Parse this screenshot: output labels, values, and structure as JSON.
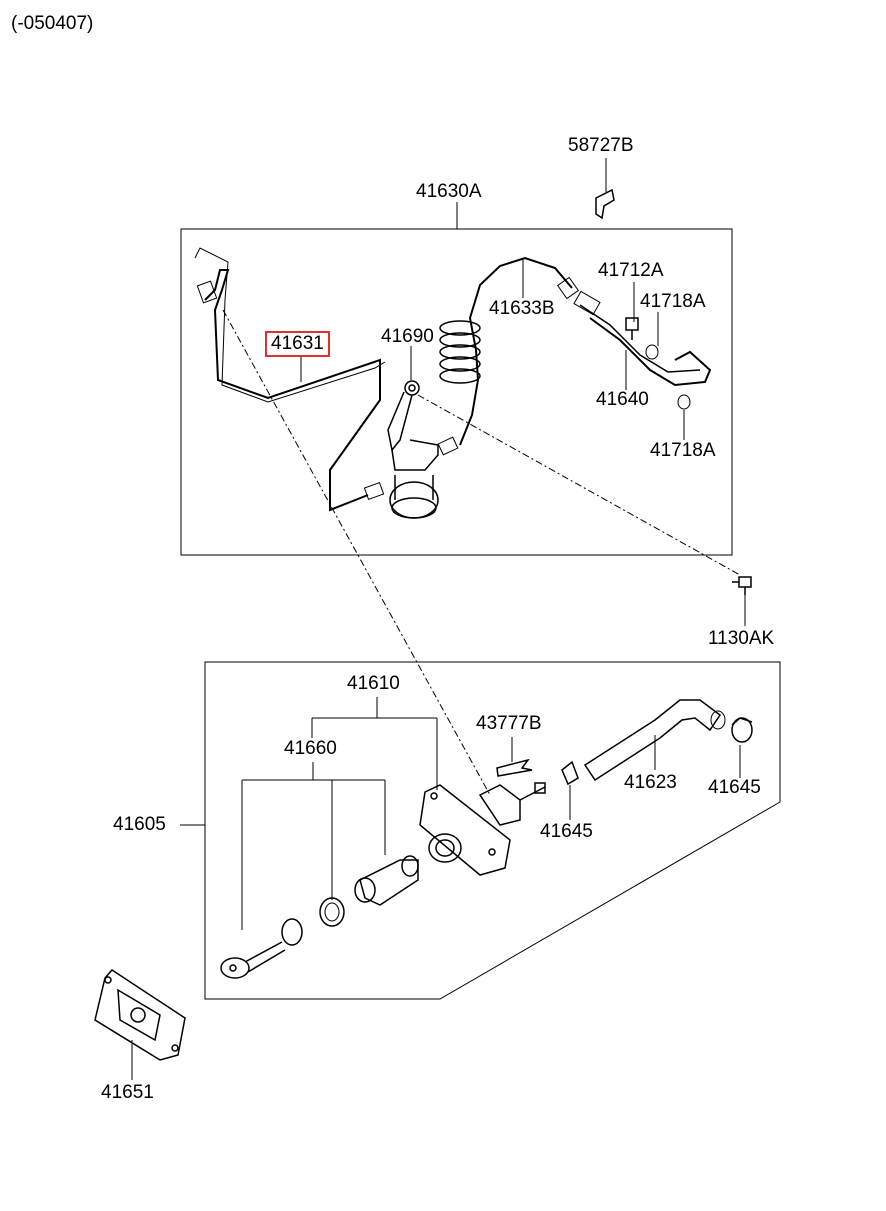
{
  "header": {
    "range_code": "(-050407)"
  },
  "callouts": [
    {
      "key": "p58727B",
      "text": "58727B",
      "highlight": false
    },
    {
      "key": "p41630A",
      "text": "41630A",
      "highlight": false
    },
    {
      "key": "p41712A",
      "text": "41712A",
      "highlight": false
    },
    {
      "key": "p41718A_top",
      "text": "41718A",
      "highlight": false
    },
    {
      "key": "p41633B",
      "text": "41633B",
      "highlight": false
    },
    {
      "key": "p41631",
      "text": "41631",
      "highlight": true
    },
    {
      "key": "p41690",
      "text": "41690",
      "highlight": false
    },
    {
      "key": "p41640",
      "text": "41640",
      "highlight": false
    },
    {
      "key": "p41718A_bot",
      "text": "41718A",
      "highlight": false
    },
    {
      "key": "p1130AK",
      "text": "1130AK",
      "highlight": false
    },
    {
      "key": "p41610",
      "text": "41610",
      "highlight": false
    },
    {
      "key": "p43777B",
      "text": "43777B",
      "highlight": false
    },
    {
      "key": "p41660",
      "text": "41660",
      "highlight": false
    },
    {
      "key": "p41623",
      "text": "41623",
      "highlight": false
    },
    {
      "key": "p41605",
      "text": "41605",
      "highlight": false
    },
    {
      "key": "p41645_right",
      "text": "41645",
      "highlight": false
    },
    {
      "key": "p41645_mid",
      "text": "41645",
      "highlight": false
    },
    {
      "key": "p41651",
      "text": "41651",
      "highlight": false
    }
  ],
  "colors": {
    "line": "#000000",
    "highlight": "#e03030"
  }
}
